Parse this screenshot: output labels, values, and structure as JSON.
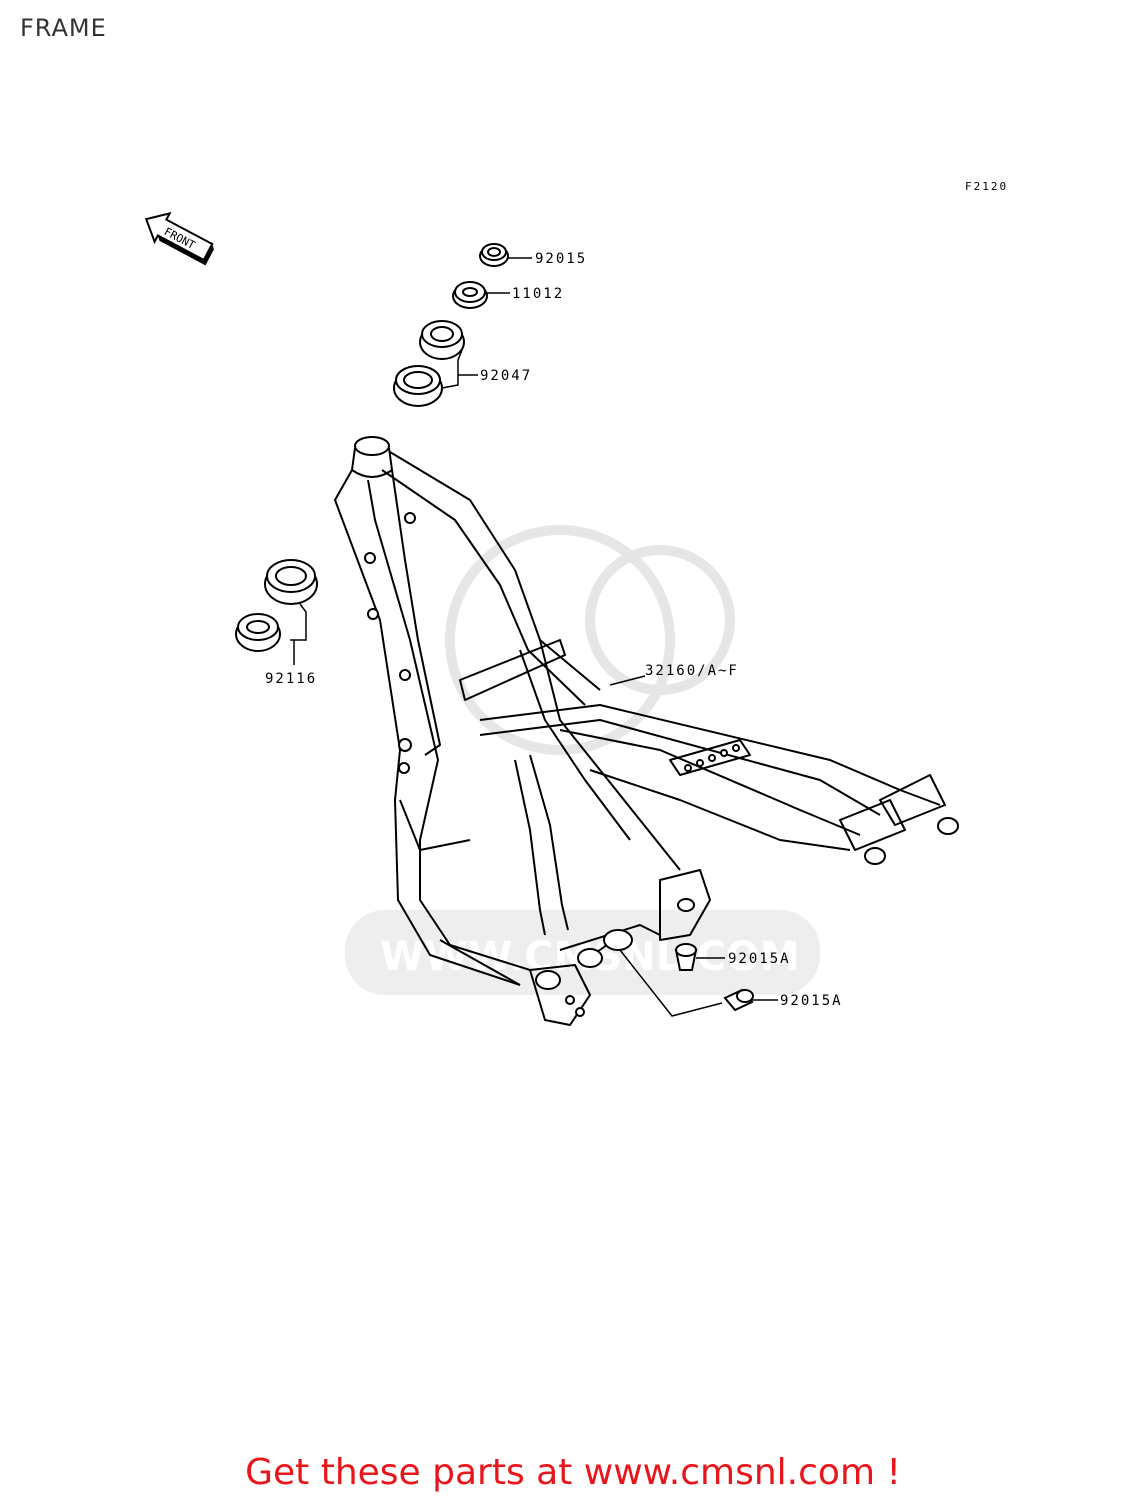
{
  "header": {
    "title": "FRAME"
  },
  "diagram": {
    "ref_code": "F2120",
    "front_marker": "FRONT",
    "parts": {
      "p92015_top": "92015",
      "p11012": "11012",
      "p92047": "92047",
      "p92116": "92116",
      "p32160": "32160/A~F",
      "p92015a_1": "92015A",
      "p92015a_2": "92015A"
    },
    "watermark": "WWW.CMSNL.COM"
  },
  "footer": {
    "link_text": "Get these parts at www.cmsnl.com !"
  },
  "colors": {
    "link": "#e8151b",
    "line": "#000000",
    "watermark": "#e6e6e6"
  }
}
